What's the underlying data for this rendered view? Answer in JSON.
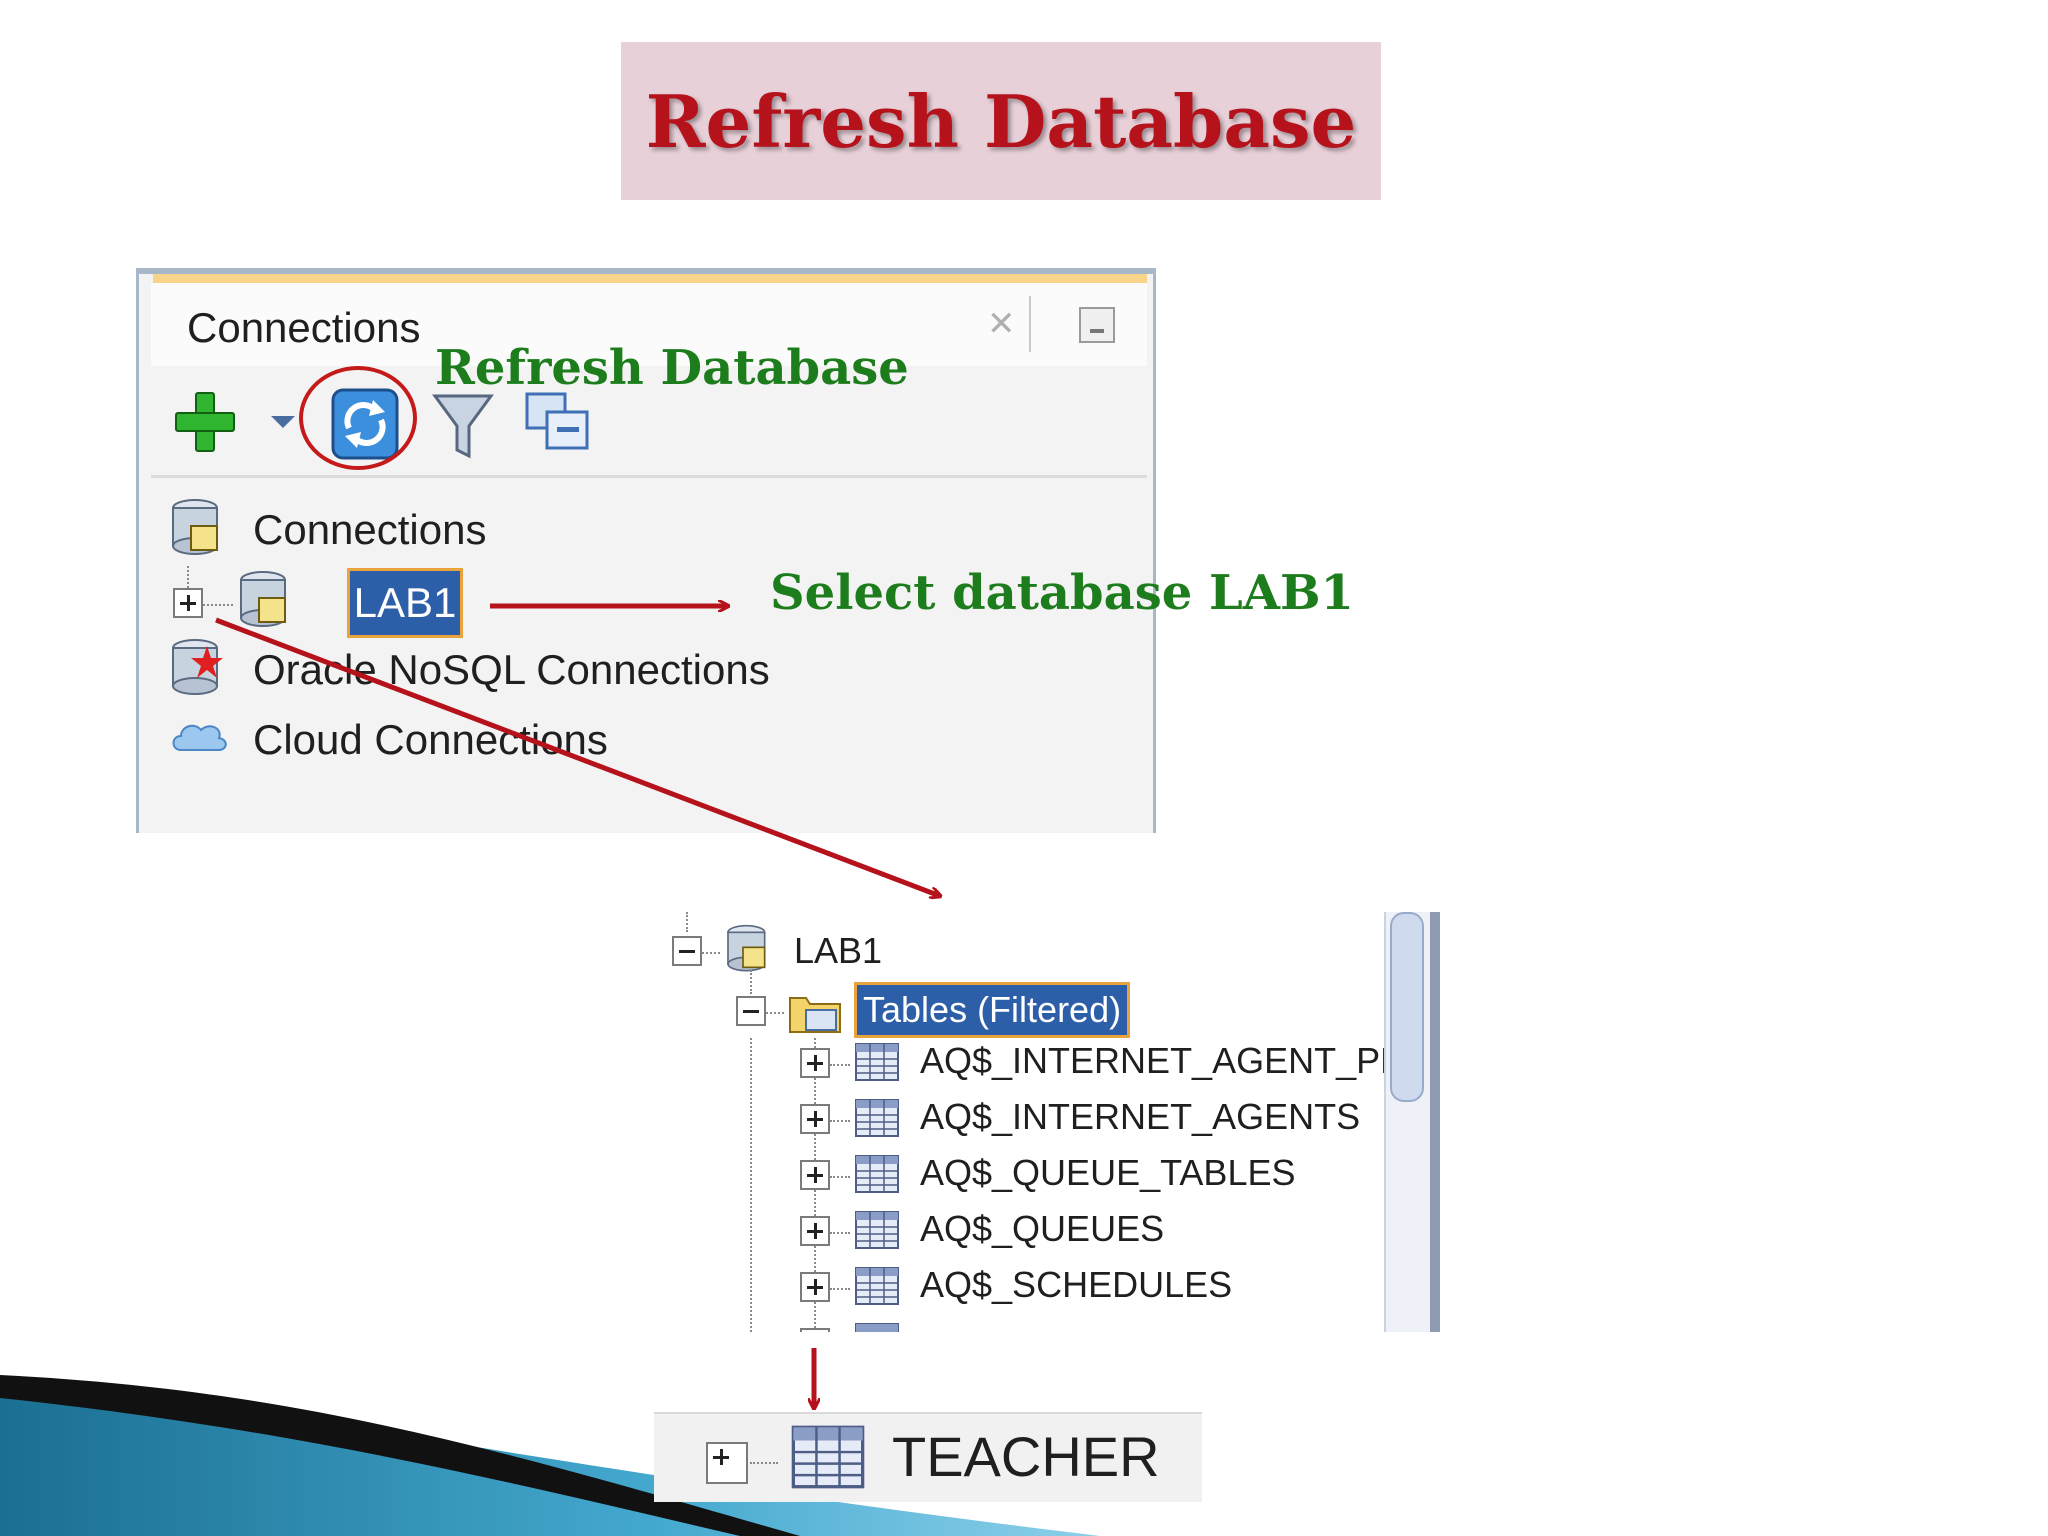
{
  "slide": {
    "title": "Refresh Database"
  },
  "connections_panel": {
    "title": "Connections",
    "annotation": "Refresh Database",
    "toolbar": {
      "icons": [
        "add-connection-icon",
        "dropdown-arrow-icon",
        "refresh-icon",
        "filter-icon",
        "collapse-all-icon"
      ]
    },
    "tree": {
      "root_label": "Connections",
      "selected_database": "LAB1",
      "nosql_label": "Oracle NoSQL Connections",
      "cloud_label": "Cloud Connections"
    }
  },
  "select_annotation": "Select database LAB1",
  "tables_tree": {
    "database_label": "LAB1",
    "tables_folder_label": "Tables (Filtered)",
    "tables": [
      "AQ$_INTERNET_AGENT_PRIV",
      "AQ$_INTERNET_AGENTS",
      "AQ$_QUEUE_TABLES",
      "AQ$_QUEUES",
      "AQ$_SCHEDULES"
    ]
  },
  "teacher_row": {
    "label": "TEACHER"
  },
  "colors": {
    "title_red": "#b5121b",
    "annotation_green": "#1d7d1d",
    "arrow_red": "#b5121b",
    "selection_blue": "#2d5ea8",
    "selection_border": "#e8a33c"
  }
}
